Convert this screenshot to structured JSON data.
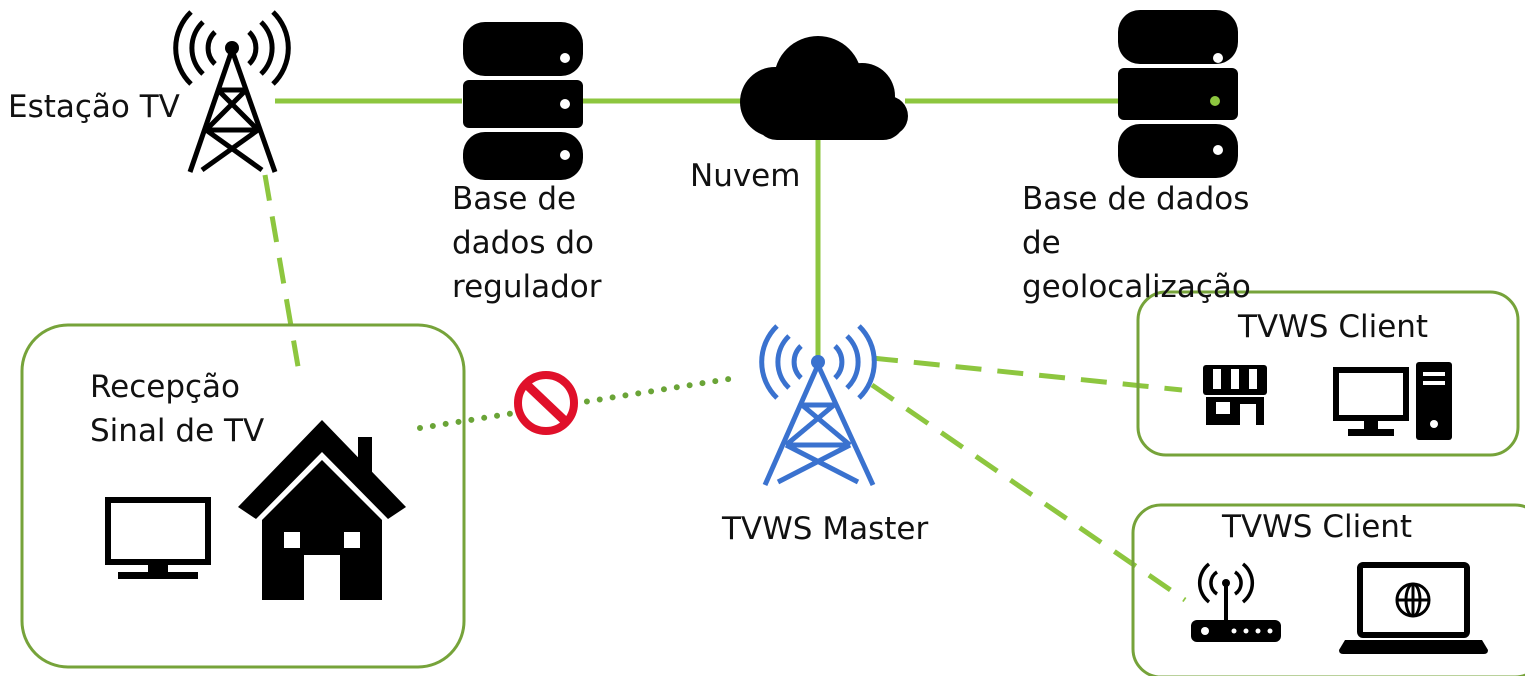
{
  "colors": {
    "link": "#8dc63f",
    "box_border": "#76a33a",
    "master_blue": "#3a72cf",
    "icon_black": "#000000",
    "block_red": "#e0102a"
  },
  "labels": {
    "tv_station": "Estação TV",
    "regulator_db": [
      "Base de",
      "dados do",
      "regulador"
    ],
    "cloud": "Nuvem",
    "geo_db": [
      "Base de dados",
      "de",
      "geolocalização"
    ],
    "tv_reception": [
      "Recepção",
      "Sinal de TV"
    ],
    "master": "TVWS Master",
    "client_1": "TVWS Client",
    "client_2": "TVWS Client"
  },
  "icons": [
    "tower-icon",
    "database-icon",
    "cloud-icon",
    "database-icon",
    "house-icon",
    "tv-icon",
    "blocked-icon",
    "tower-icon",
    "store-icon",
    "desktop-computer-icon",
    "wifi-router-icon",
    "laptop-globe-icon"
  ]
}
